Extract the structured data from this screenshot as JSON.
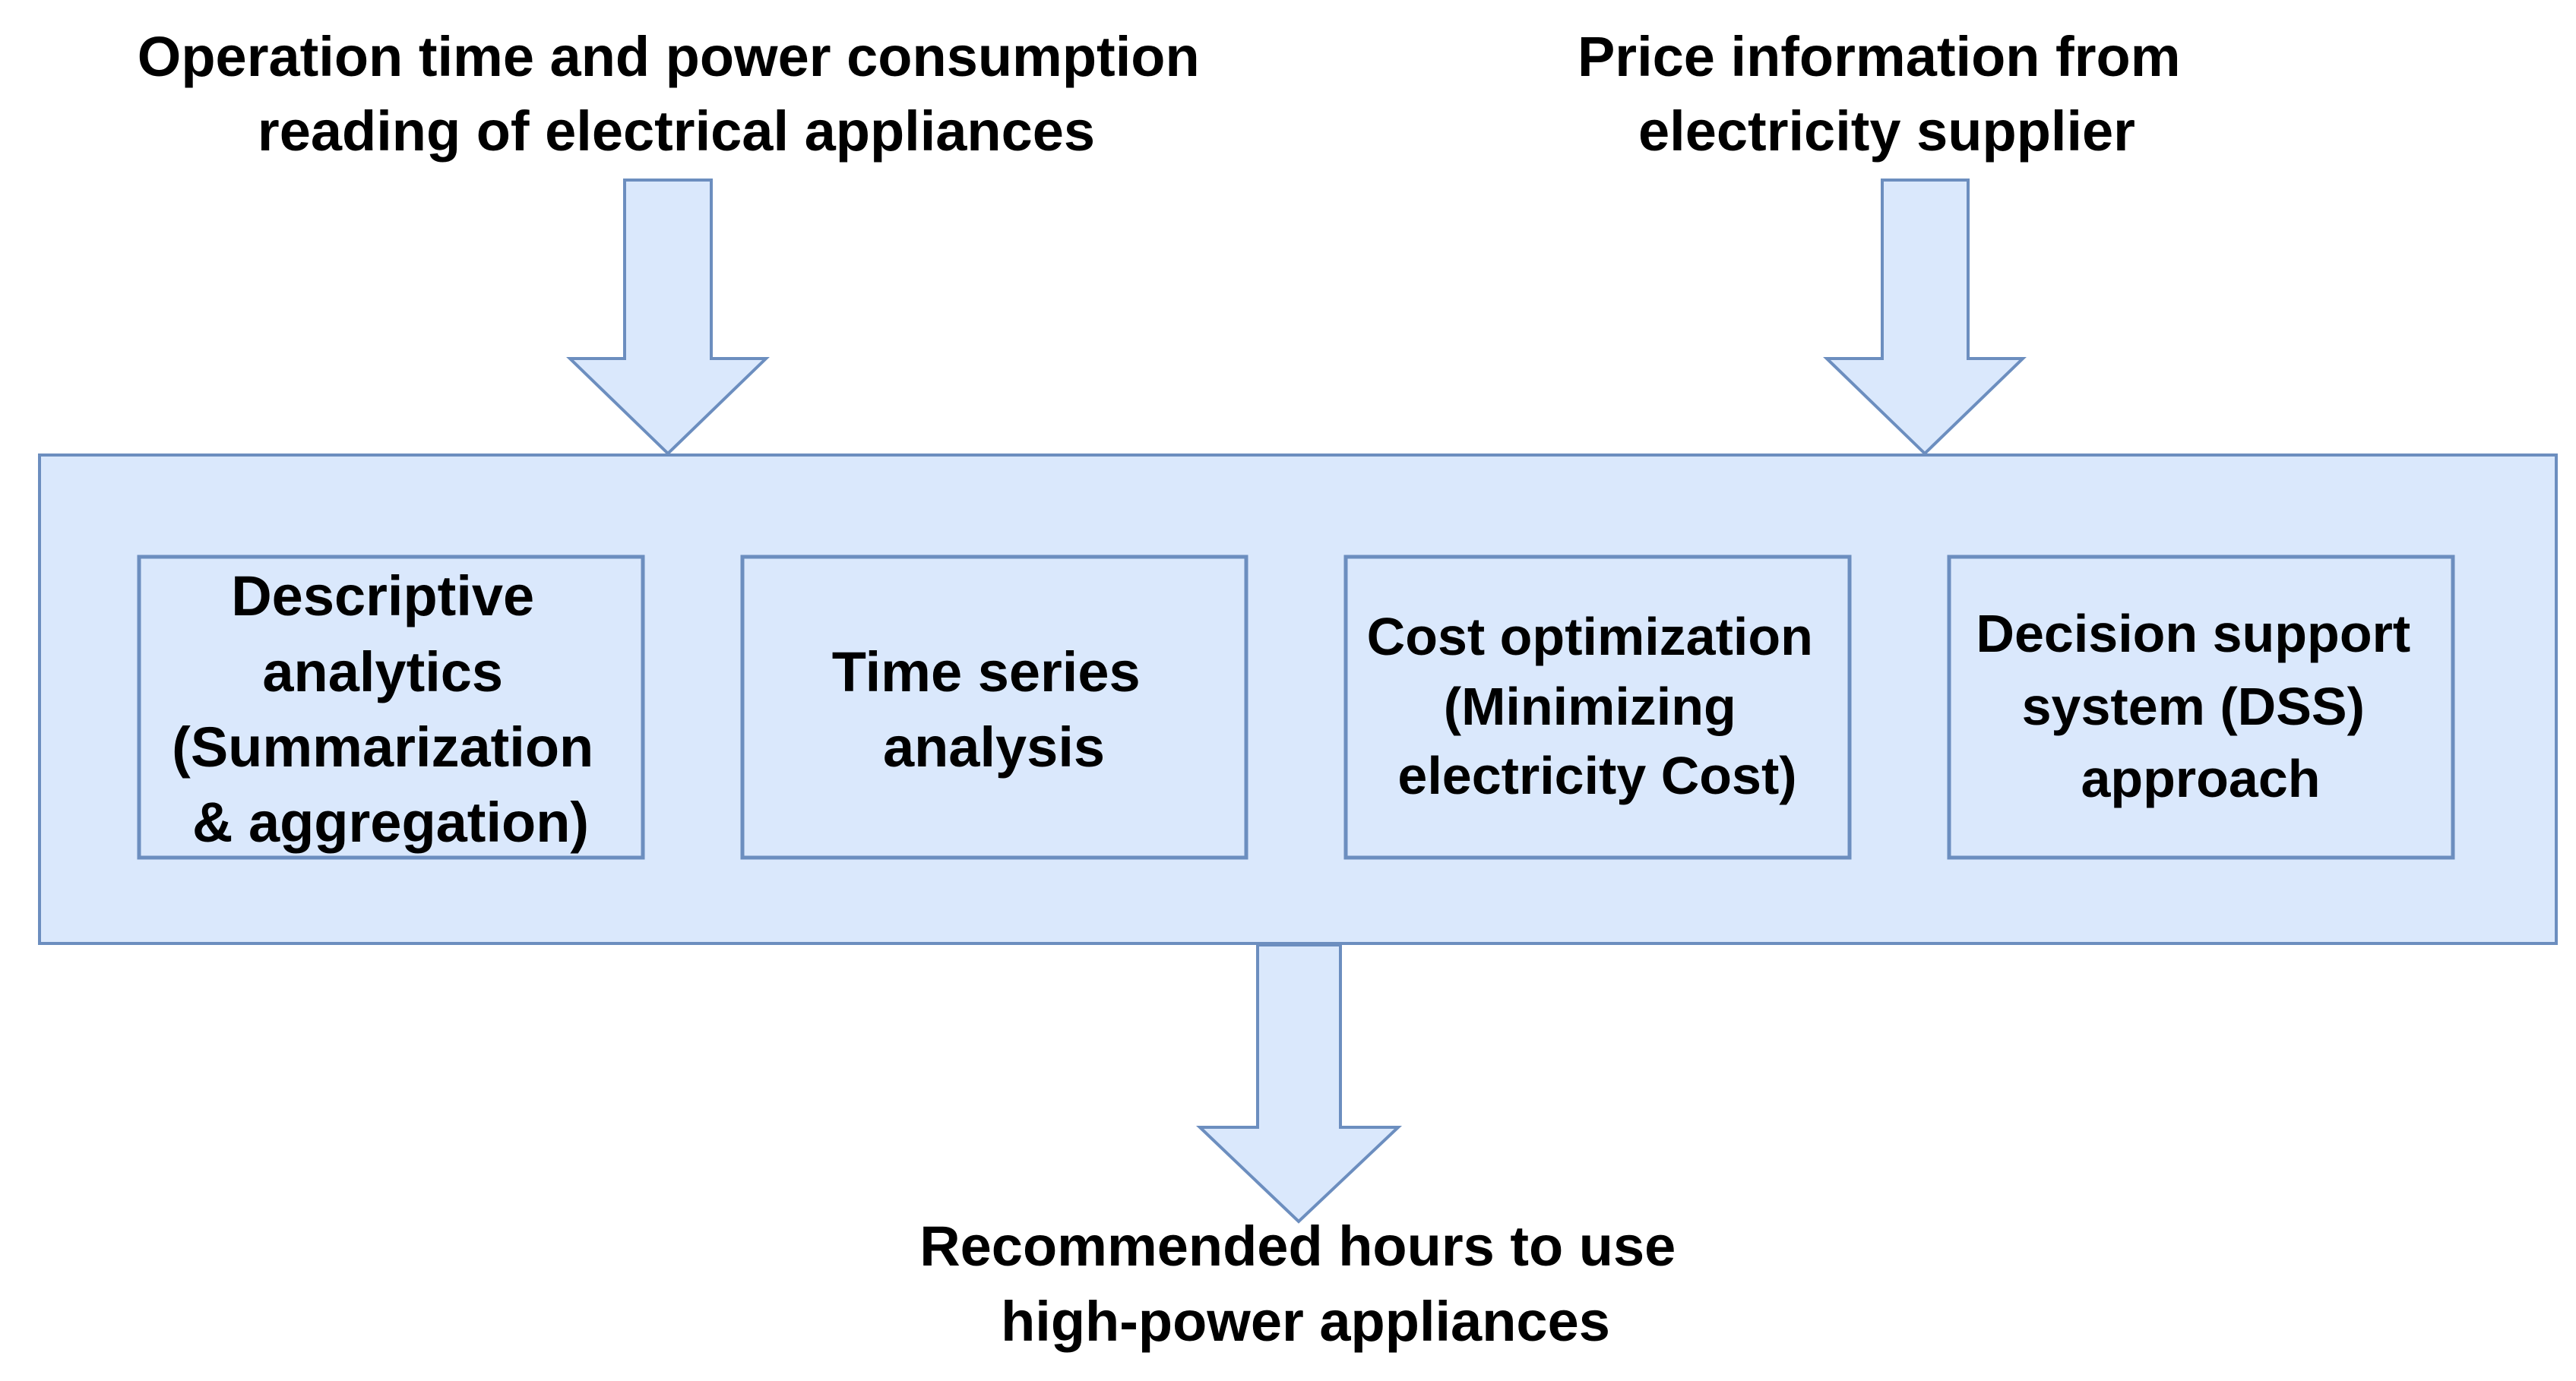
{
  "colors": {
    "fill": "#dae8fc",
    "stroke": "#6c8ebf",
    "text": "#000000",
    "background": "#ffffff"
  },
  "inputs": [
    {
      "id": "appliance-readings",
      "lines": [
        "Operation time and power consumption",
        "reading of electrical appliances"
      ]
    },
    {
      "id": "price-information",
      "lines": [
        "Price information from",
        "electricity supplier"
      ]
    }
  ],
  "stages": [
    {
      "id": "descriptive-analytics",
      "lines": [
        "Descriptive",
        "analytics",
        "(Summarization",
        "& aggregation)"
      ]
    },
    {
      "id": "time-series-analysis",
      "lines": [
        "Time series",
        "analysis"
      ]
    },
    {
      "id": "cost-optimization",
      "lines": [
        "Cost optimization",
        "(Minimizing",
        "electricity Cost)"
      ]
    },
    {
      "id": "decision-support-system",
      "lines": [
        "Decision support",
        "system (DSS)",
        "approach"
      ]
    }
  ],
  "output": {
    "id": "recommended-hours",
    "lines": [
      "Recommended hours to use",
      "high-power appliances"
    ]
  }
}
